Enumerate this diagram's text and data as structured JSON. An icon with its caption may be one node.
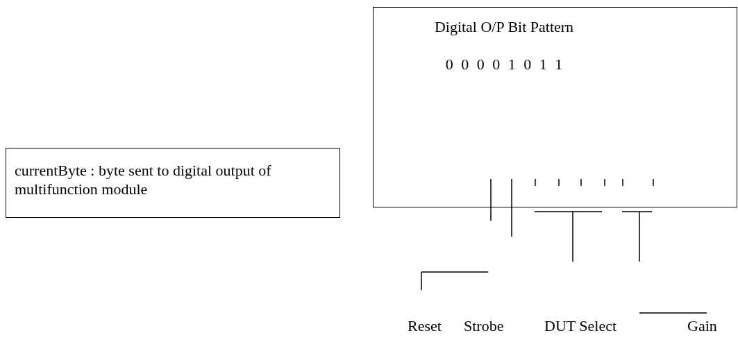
{
  "diagram": {
    "nodes": [
      {
        "text": [
          "Digital O/P Bit Pattern",
          "0 0 0 0 1 0 1 1"
        ]
      },
      {
        "text": [
          "currentByte : byte sent to digital output of multifunction module"
        ]
      }
    ],
    "labels": [
      "Reset",
      "Strobe",
      "DUT Select",
      "Gain"
    ]
  }
}
